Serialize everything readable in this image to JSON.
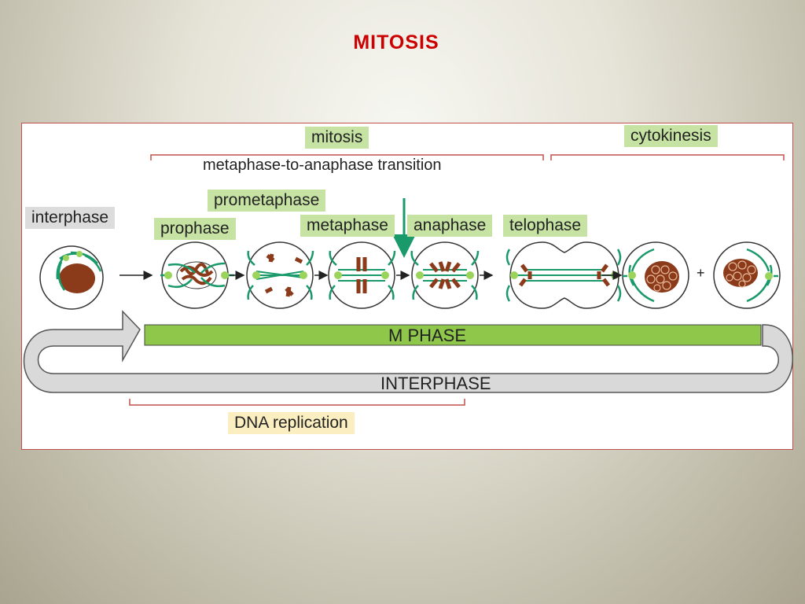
{
  "slide": {
    "title": "MITOSIS"
  },
  "diagram": {
    "brackets": {
      "mitosis": "mitosis",
      "cytokinesis": "cytokinesis",
      "transition": "metaphase-to-anaphase transition"
    },
    "stages": {
      "interphase": "interphase",
      "prophase": "prophase",
      "prometaphase": "prometaphase",
      "metaphase": "metaphase",
      "anaphase": "anaphase",
      "telophase": "telophase"
    },
    "plus_sign": "+",
    "cycle": {
      "m_phase": "M  PHASE",
      "interphase": "INTERPHASE",
      "dna_replication": "DNA replication"
    },
    "colors": {
      "title": "#cc0000",
      "label_bg": "#c6e3a3",
      "m_phase_bar": "#8ec74a",
      "chromosome": "#8b3a1a",
      "spindle": "#1a9a6a",
      "bracket": "#c0504d"
    }
  }
}
